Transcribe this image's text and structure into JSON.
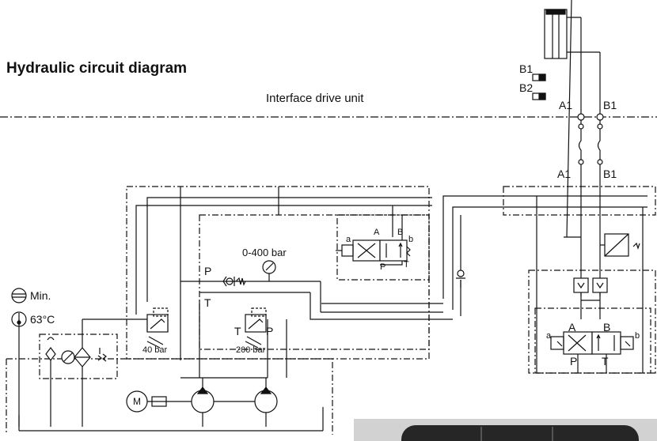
{
  "title": "Hydraulic circuit diagram",
  "interface_label": "Interface drive unit",
  "ports": {
    "a1_top": "A1",
    "b1_top": "B1",
    "a1_mid": "A1",
    "b1_mid": "B1"
  },
  "sensors": {
    "b1": "B1",
    "b2": "B2"
  },
  "tank": {
    "level": "Min.",
    "temperature": "63°C"
  },
  "gauge_range": "0-400 bar",
  "relief_valves": {
    "low": "40 bar",
    "high": "200 bar"
  },
  "line_labels": {
    "p": "P",
    "t": "T",
    "t2": "T",
    "p2": "P"
  },
  "valve_upper": {
    "a": "a",
    "A": "A",
    "B": "B",
    "b": "b",
    "P": "P",
    "T": "T"
  },
  "valve_lower": {
    "a": "a",
    "A": "A",
    "B": "B",
    "b": "b",
    "P": "P",
    "T": "T"
  },
  "motor": "M",
  "colors": {
    "line": "#111111",
    "photo_bg": "#d2d2d2",
    "photo_dark": "#262626"
  }
}
